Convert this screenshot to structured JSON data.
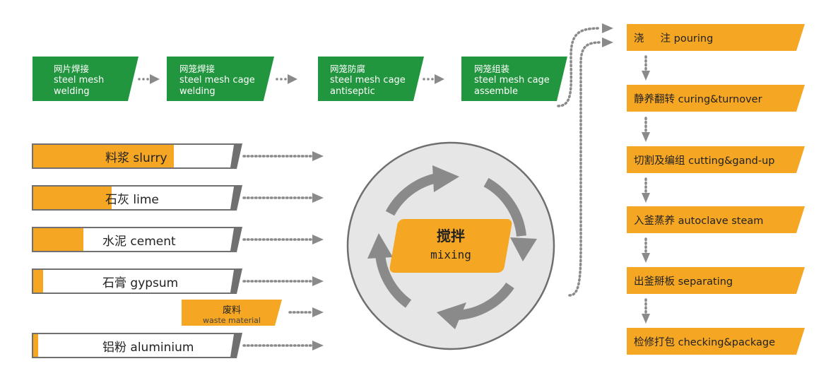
{
  "top_row": [
    {
      "zh": "网片焊接",
      "en1": "steel mesh",
      "en2": "welding"
    },
    {
      "zh": "网笼焊接",
      "en1": "steel mesh cage",
      "en2": "welding"
    },
    {
      "zh": "网笼防腐",
      "en1": "steel mesh cage",
      "en2": "antiseptic"
    },
    {
      "zh": "网笼组装",
      "en1": "steel mesh cage",
      "en2": "assemble"
    }
  ],
  "materials": [
    {
      "label": "料浆 slurry",
      "fill": 0.7
    },
    {
      "label": "石灰 lime",
      "fill": 0.39
    },
    {
      "label": "水泥 cement",
      "fill": 0.25
    },
    {
      "label": "石膏 gypsum",
      "fill": 0.05
    },
    {
      "label": "铝粉 aluminium",
      "fill": 0.025
    }
  ],
  "waste": {
    "zh": "废料",
    "en": "waste material"
  },
  "center": {
    "zh": "搅拌",
    "en": "mixing"
  },
  "steps": [
    "浇     注 pouring",
    "静养翻转 curing&turnover",
    "切割及编组 cutting&gand-up",
    "入釜蒸养 autoclave steam",
    "出釜掰板 separating",
    "检修打包 checking&package"
  ],
  "colors": {
    "green": "#22963f",
    "orange": "#f5a623",
    "gray": "#7a7a7a",
    "circle": "#e6e6e6"
  }
}
